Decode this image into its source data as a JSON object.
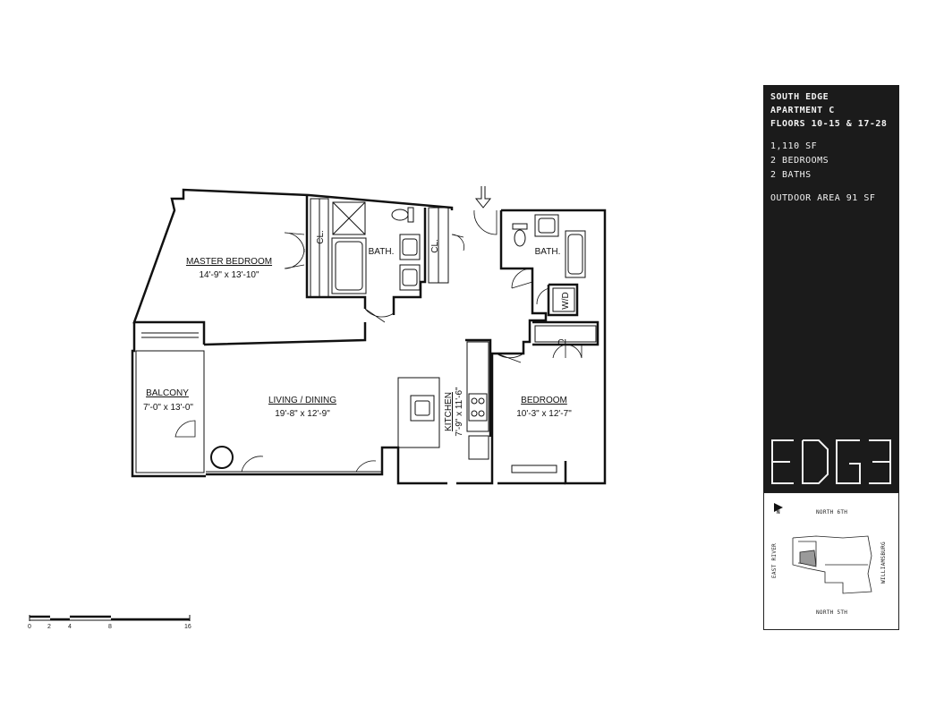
{
  "rooms": {
    "master_bedroom": {
      "name": "MASTER BEDROOM",
      "dims": "14'-9\" x 13'-10\""
    },
    "living_dining": {
      "name": "LIVING / DINING",
      "dims": "19'-8\" x 12'-9\""
    },
    "balcony": {
      "name": "BALCONY",
      "dims": "7'-0\" x 13'-0\""
    },
    "kitchen": {
      "name": "KITCHEN",
      "dims": "7'-9\" x 11'-6\""
    },
    "bedroom": {
      "name": "BEDROOM",
      "dims": "10'-3\" x 12'-7\""
    },
    "bath1": "BATH.",
    "bath2": "BATH.",
    "closet1": "CL.",
    "closet2": "CL.",
    "closet3": "CL.",
    "washer_dryer": "W/D"
  },
  "info": {
    "building": "SOUTH EDGE",
    "unit": "APARTMENT C",
    "floors": "FLOORS 10-15 & 17-28",
    "area": "1,110 SF",
    "bedrooms": "2 BEDROOMS",
    "baths": "2 BATHS",
    "outdoor": "OUTDOOR AREA 91 SF",
    "logo": "EDGE"
  },
  "keymap": {
    "north_label": "N",
    "top_street": "NORTH 6TH",
    "bottom_street": "NORTH 5TH",
    "left_label": "EAST RIVER",
    "right_label": "WILLIAMSBURG"
  },
  "scale_bar": {
    "ticks": [
      "0",
      "2",
      "4",
      "8",
      "16"
    ]
  },
  "colors": {
    "panel_bg": "#1b1b1b",
    "wall": "#111111",
    "highlight": "#9a9a9a"
  }
}
